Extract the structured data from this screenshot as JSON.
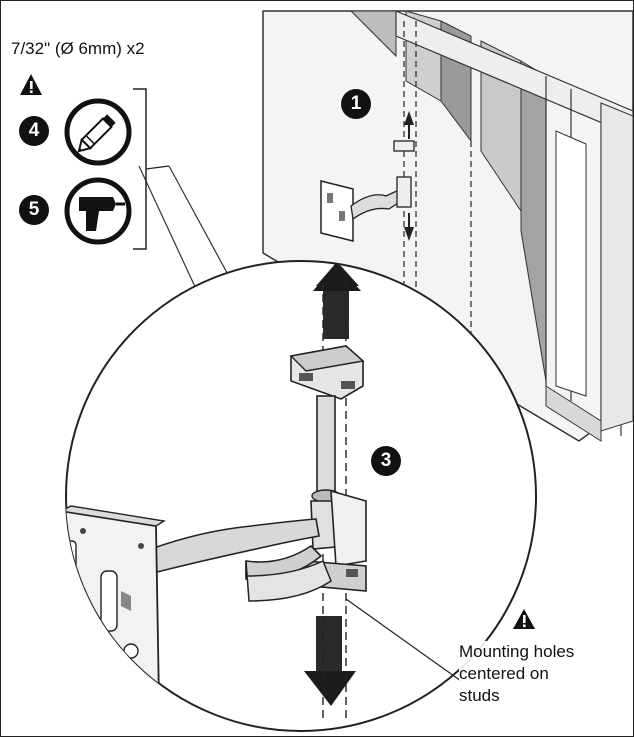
{
  "drill_spec": "7/32\" (Ø 6mm) x2",
  "steps": {
    "step1": "1",
    "step3": "3",
    "step4": "4",
    "step5": "5"
  },
  "note": {
    "line1": "Mounting holes",
    "line2": "centered on",
    "line3": "studs"
  },
  "icons": [
    "warning-icon",
    "pencil-icon",
    "drill-icon",
    "arrow-up-icon",
    "arrow-down-icon"
  ]
}
